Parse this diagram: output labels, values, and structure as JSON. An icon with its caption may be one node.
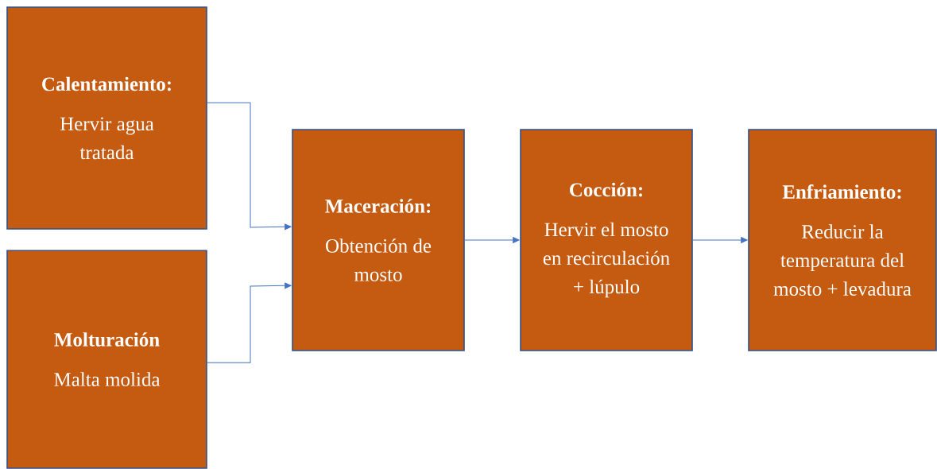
{
  "diagram": {
    "nodes": [
      {
        "text": [
          "Calentamiento:",
          "Hervir agua tratada"
        ]
      },
      {
        "text": [
          "Molturación",
          "Malta molida"
        ]
      },
      {
        "text": [
          "Maceración:",
          "Obtención de mosto"
        ]
      },
      {
        "text": [
          "Cocción:",
          "Hervir el mosto en recirculación + lúpulo"
        ]
      },
      {
        "text": [
          "Enfriamiento:",
          "Reducir la temperatura del mosto + levadura"
        ]
      }
    ],
    "edges": [
      {
        "from": 0,
        "to": 2,
        "arrow": "to"
      },
      {
        "from": 1,
        "to": 2,
        "arrow": "to"
      },
      {
        "from": 2,
        "to": 3,
        "arrow": "to"
      },
      {
        "from": 3,
        "to": 4,
        "arrow": "to"
      }
    ]
  }
}
